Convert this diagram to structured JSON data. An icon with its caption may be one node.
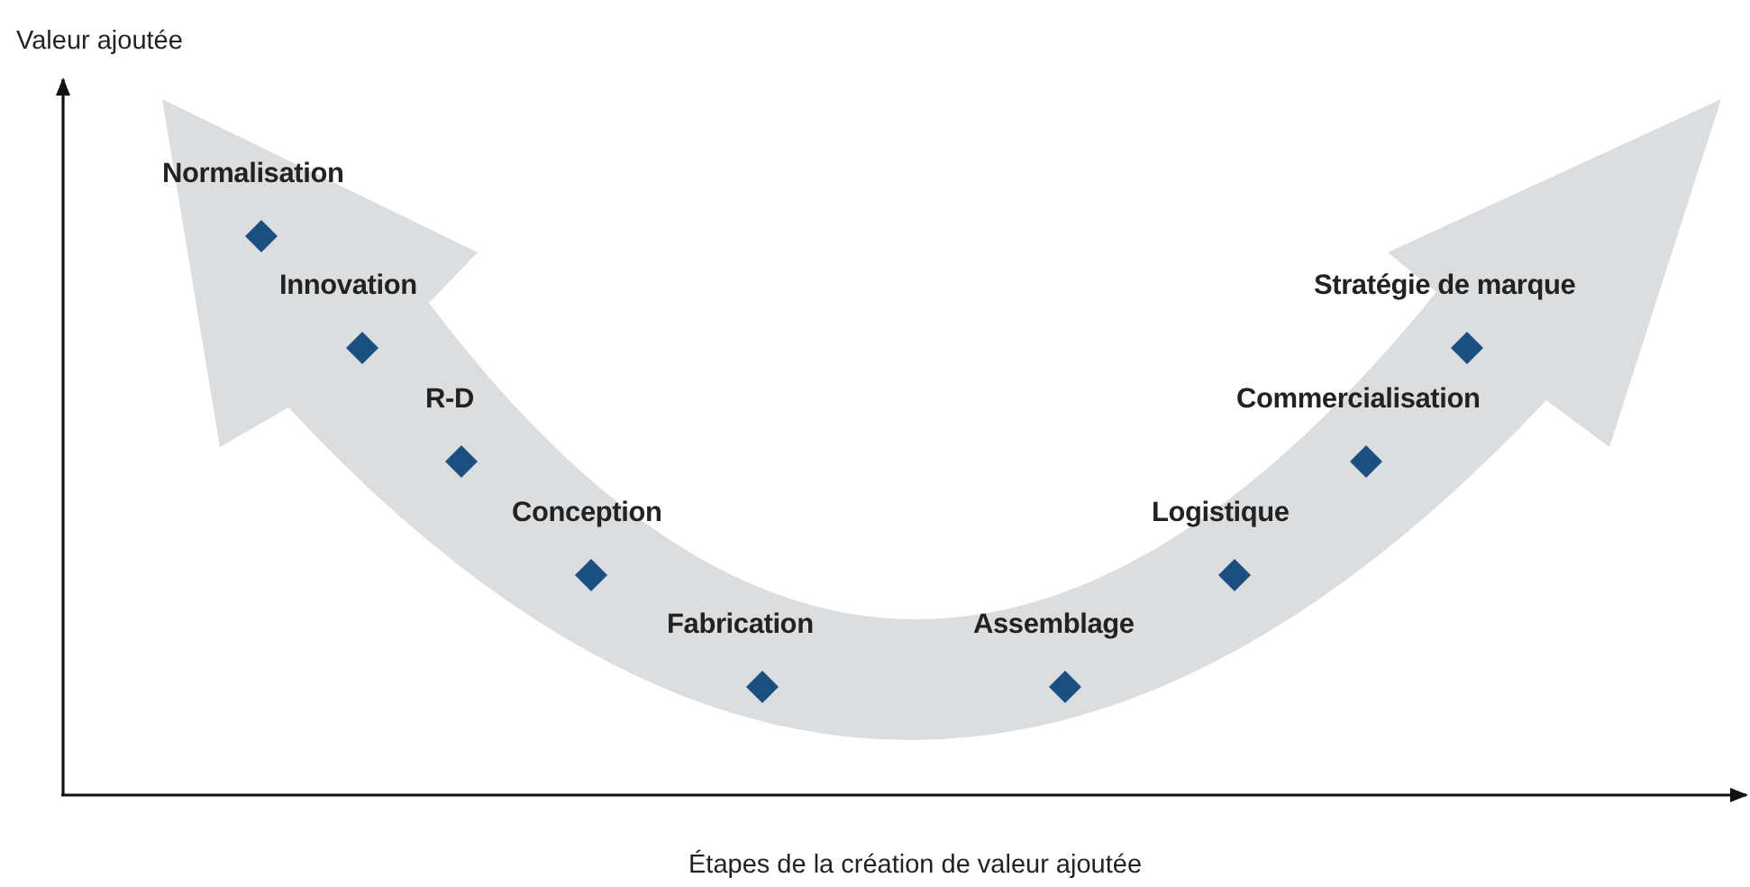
{
  "diagram": {
    "nodes": [
      {
        "text": [],
        "shape": "diamond",
        "beside": [
          "Normalisation"
        ]
      },
      {
        "text": [],
        "shape": "diamond",
        "beside": [
          "Innovation"
        ]
      },
      {
        "text": [],
        "shape": "diamond",
        "beside": [
          "R-D"
        ]
      },
      {
        "text": [],
        "shape": "diamond",
        "beside": [
          "Conception"
        ]
      },
      {
        "text": [],
        "shape": "diamond",
        "beside": [
          "Fabrication"
        ]
      },
      {
        "text": [],
        "shape": "diamond",
        "beside": [
          "Assemblage"
        ]
      },
      {
        "text": [],
        "shape": "diamond",
        "beside": [
          "Logistique"
        ]
      },
      {
        "text": [],
        "shape": "diamond",
        "beside": [
          "Commercialisation"
        ]
      },
      {
        "text": [],
        "shape": "diamond",
        "beside": [
          "Stratégie de marque"
        ]
      }
    ],
    "edges": [],
    "labels": [
      "Valeur ajoutée",
      "Étapes de la création de valeur ajoutée"
    ]
  }
}
